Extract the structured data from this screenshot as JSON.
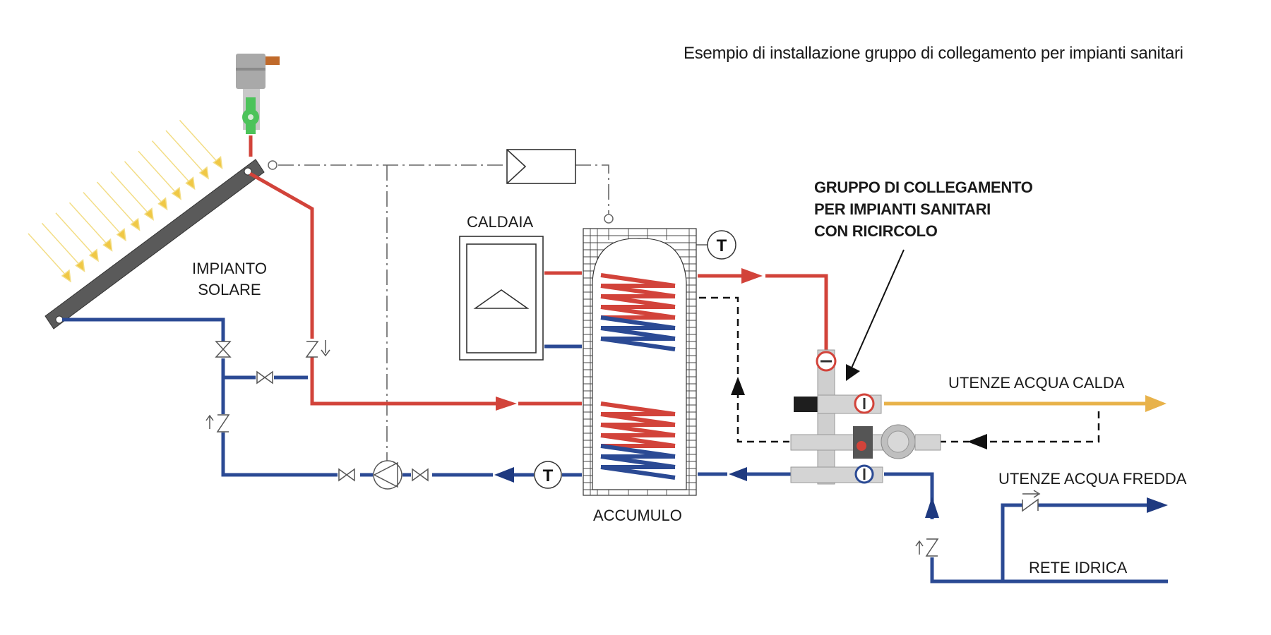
{
  "title": "Esempio di installazione gruppo di collegamento per impianti sanitari",
  "labels": {
    "solar_line1": "IMPIANTO",
    "solar_line2": "SOLARE",
    "boiler": "CALDAIA",
    "storage": "ACCUMULO",
    "group_line1": "GRUPPO DI COLLEGAMENTO",
    "group_line2": "PER IMPIANTI SANITARI",
    "group_line3": "CON RICIRCOLO",
    "hot_users": "UTENZE ACQUA CALDA",
    "cold_users": "UTENZE ACQUA FREDDA",
    "mains": "RETE IDRICA",
    "temp_sensor_symbol": "T"
  },
  "colors": {
    "hot_pipe": "#d2433a",
    "cold_pipe": "#2b4a94",
    "hot_water_out": "#e8b24a",
    "collector": "#5a5a5a",
    "sun_rays": "#f0d060",
    "control_line": "#666666",
    "recirculation": "#111111",
    "vent_valve_green": "#4cc35a"
  },
  "components": [
    {
      "id": "solar-collector",
      "icon": "solar-panel-icon"
    },
    {
      "id": "air-vent",
      "icon": "air-vent-valve-icon"
    },
    {
      "id": "controller",
      "icon": "controller-icon"
    },
    {
      "id": "boiler",
      "icon": "boiler-icon"
    },
    {
      "id": "storage-tank",
      "icon": "storage-tank-icon"
    },
    {
      "id": "solar-pump",
      "icon": "pump-icon"
    },
    {
      "id": "temp-sensor-top",
      "icon": "temperature-sensor-icon"
    },
    {
      "id": "temp-sensor-return",
      "icon": "temperature-sensor-icon"
    },
    {
      "id": "mixing-group",
      "icon": "mixing-group-icon"
    },
    {
      "id": "check-valves",
      "icon": "check-valve-icon"
    },
    {
      "id": "shutoff-valves",
      "icon": "gate-valve-icon"
    }
  ]
}
